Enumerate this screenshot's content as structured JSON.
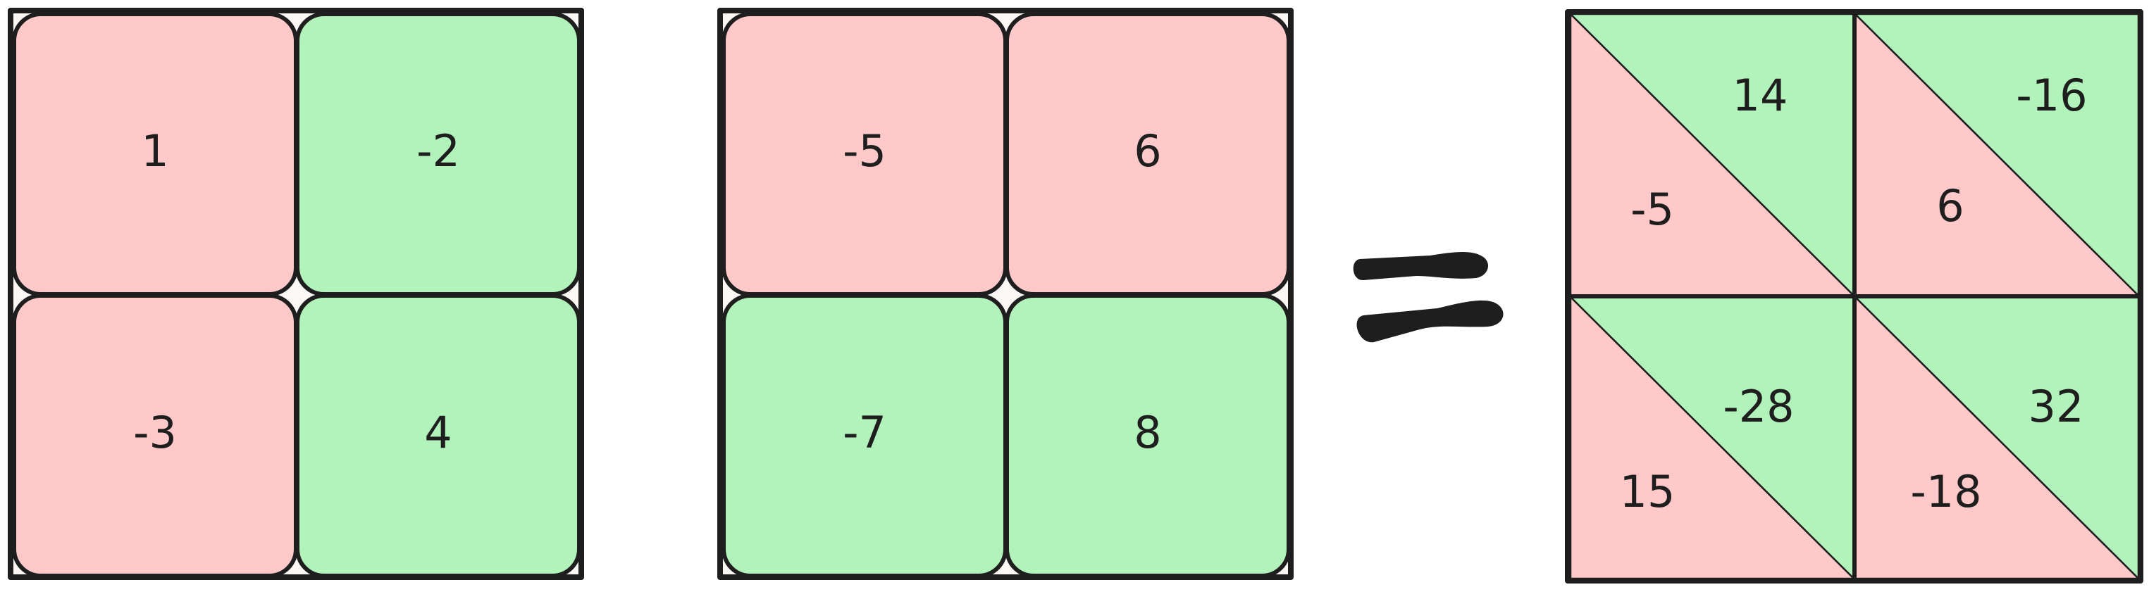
{
  "colors": {
    "red": "#ffc9c9",
    "green": "#b2f2bb",
    "stroke": "#1e1e1e"
  },
  "matrix_a": {
    "cells": [
      {
        "value": "1",
        "color": "red"
      },
      {
        "value": "-2",
        "color": "green"
      },
      {
        "value": "-3",
        "color": "red"
      },
      {
        "value": "4",
        "color": "green"
      }
    ]
  },
  "matrix_b": {
    "cells": [
      {
        "value": "-5",
        "color": "red"
      },
      {
        "value": "6",
        "color": "red"
      },
      {
        "value": "-7",
        "color": "green"
      },
      {
        "value": "8",
        "color": "green"
      }
    ]
  },
  "result": {
    "cells": [
      {
        "upper": "14",
        "lower": "-5"
      },
      {
        "upper": "-16",
        "lower": "6"
      },
      {
        "upper": "-28",
        "lower": "15"
      },
      {
        "upper": "32",
        "lower": "-18"
      }
    ]
  }
}
